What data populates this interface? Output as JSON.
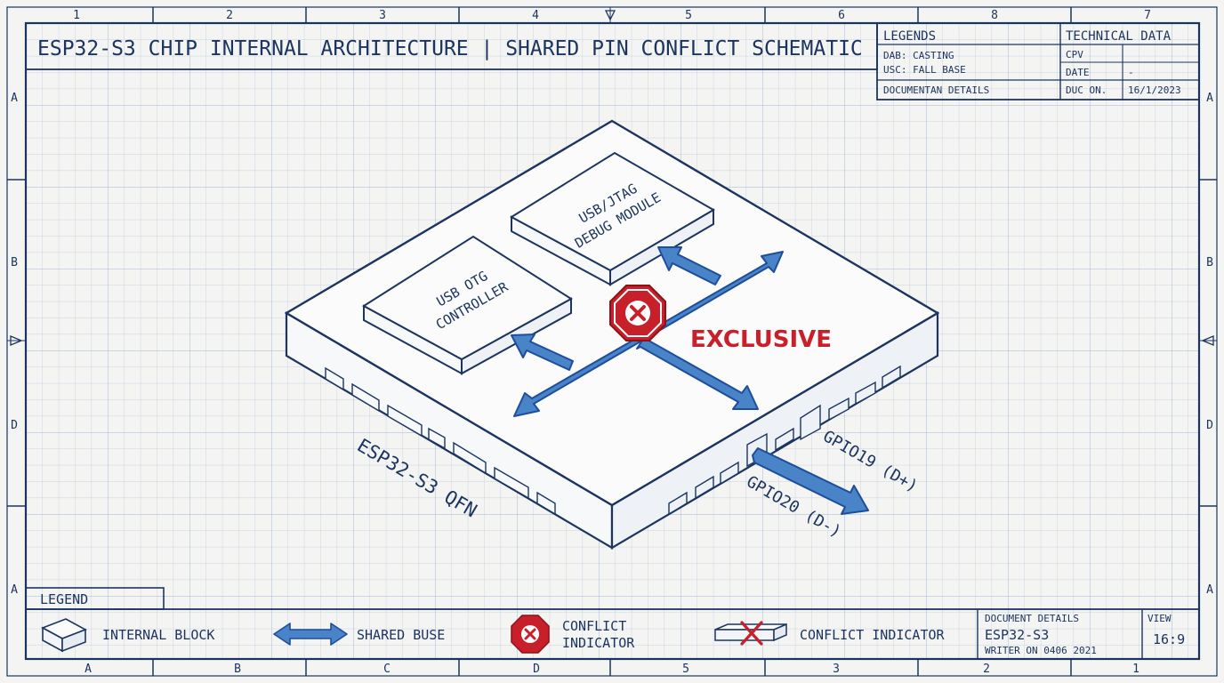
{
  "title": "ESP32-S3 CHIP INTERNAL ARCHITECTURE | SHARED PIN CONFLICT SCHEMATIC",
  "border": {
    "top_numbers": [
      "1",
      "2",
      "3",
      "4",
      "5",
      "6",
      "8",
      "7"
    ],
    "bottom_labels": [
      "A",
      "B",
      "C",
      "D",
      "5",
      "3",
      "2",
      "1"
    ],
    "side_letters": [
      "A",
      "B",
      "D",
      "A"
    ]
  },
  "title_block": {
    "legends_header": "LEGENDS",
    "legends_line1": "DAB: CASTING",
    "legends_line2": "USC: FALL BASE",
    "documentan_details": "DOCUMENTAN DETAILS",
    "technical_header": "TECHNICAL DATA",
    "rows": [
      {
        "label": "CPV",
        "value": ""
      },
      {
        "label": "DATE",
        "value": "-"
      },
      {
        "label": "DUC ON.",
        "value": "16/1/2023"
      }
    ]
  },
  "diagram": {
    "chip_label": "ESP32-S3 QFN",
    "block_usb_otg_line1": "USB OTG",
    "block_usb_otg_line2": "CONTROLLER",
    "block_jtag_line1": "USB/JTAG",
    "block_jtag_line2": "DEBUG MODULE",
    "exclusive_label": "EXCLUSIVE",
    "pin_gpio19": "GPIO19 (D+)",
    "pin_gpio20": "GPIO20 (D-)"
  },
  "legend": {
    "tab": "LEGEND",
    "items": [
      {
        "icon": "internal-block-icon",
        "label": "INTERNAL BLOCK"
      },
      {
        "icon": "shared-bus-icon",
        "label": "SHARED BUSE"
      },
      {
        "icon": "conflict-stop-icon",
        "label_line1": "CONFLICT",
        "label_line2": "INDICATOR"
      },
      {
        "icon": "crossed-block-icon",
        "label": "CONFLICT INDICATOR"
      }
    ],
    "doc_details": {
      "header": "DOCUMENT DETAILS",
      "name": "ESP32-S3",
      "writer": "WRITER ON 0406 2021"
    },
    "view": {
      "header": "VIEW",
      "value": "16:9"
    }
  },
  "colors": {
    "ink": "#1b3560",
    "grid": "#c9d3e3",
    "bus_fill": "#4a84c8",
    "bus_stroke": "#1e4d9b",
    "conflict_red": "#c8202a",
    "paper": "#f4f4f2"
  }
}
